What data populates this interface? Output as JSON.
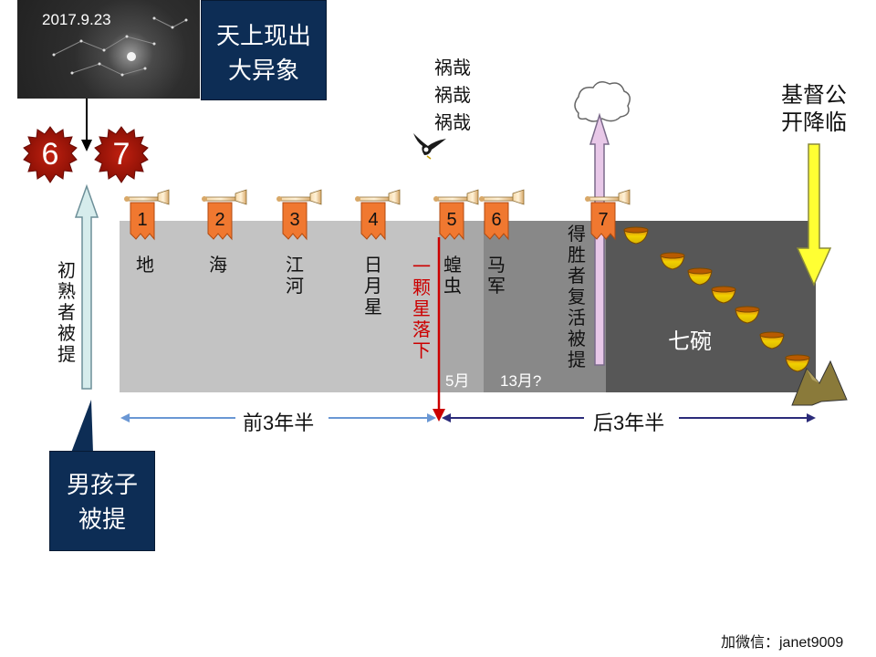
{
  "sky_photo": {
    "date": "2017.9.23"
  },
  "sign_box": {
    "line1": "天上现出",
    "line2": "大异象"
  },
  "stars": [
    "6",
    "7"
  ],
  "woe": [
    "祸哉",
    "祸哉",
    "祸哉"
  ],
  "second_coming": {
    "line1": "基督公",
    "line2": "开降临"
  },
  "firstfruits_label": "初\n熟\n者\n被\n提",
  "boy_box": {
    "line1": "男孩子",
    "line2": "被提"
  },
  "trumpets": [
    {
      "num": "1",
      "label": "地"
    },
    {
      "num": "2",
      "label": "海"
    },
    {
      "num": "3",
      "label": "江\n河"
    },
    {
      "num": "4",
      "label": "日\n月\n星"
    },
    {
      "num": "5",
      "label": "蝗\n虫"
    },
    {
      "num": "6",
      "label": "马\n军"
    },
    {
      "num": "7",
      "label": ""
    }
  ],
  "star_falls": "一\n颗\n星\n落\n下",
  "overcomers": "得\n胜\n者\n复\n活\n被\n提",
  "seven_bowls": "七碗",
  "period_5": "5月",
  "period_6": "13月?",
  "first_half": "前3年半",
  "second_half": "后3年半",
  "footer": "加微信：janet9009",
  "colors": {
    "navy": "#0d2d55",
    "red_line": "#cc0000",
    "arrow_blue": "#6a97d4",
    "arrow_navy": "#2b2b7a",
    "yellow": "#ffff00",
    "banner_orange": "#f07830"
  }
}
